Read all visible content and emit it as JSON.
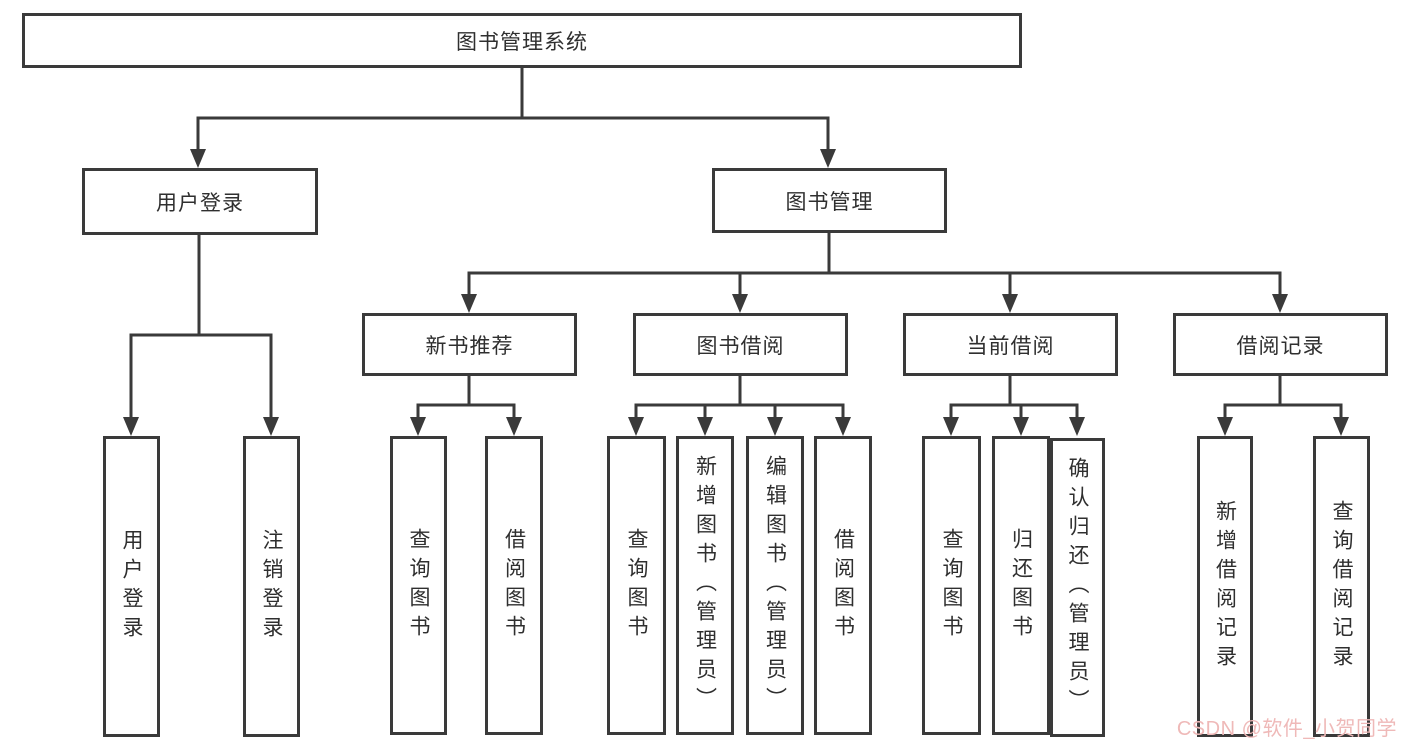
{
  "diagram_title": "图书管理系统",
  "watermark": "CSDN @软件_小贺同学",
  "colors": {
    "line": "#3a3a3a",
    "text": "#2f2f2f",
    "watermark": "#efb9b8",
    "background": "#ffffff"
  },
  "tree": {
    "root": {
      "label": "图书管理系统",
      "children": [
        {
          "label": "用户登录",
          "children": [
            "用户登录",
            "注销登录"
          ]
        },
        {
          "label": "图书管理",
          "children": [
            {
              "label": "新书推荐",
              "children": [
                "查询图书",
                "借阅图书"
              ]
            },
            {
              "label": "图书借阅",
              "children": [
                "查询图书",
                "新增图书（管理员）",
                "编辑图书（管理员）",
                "借阅图书"
              ]
            },
            {
              "label": "当前借阅",
              "children": [
                "查询图书",
                "归还图书",
                "确认归还（管理员）"
              ]
            },
            {
              "label": "借阅记录",
              "children": [
                "新增借阅记录",
                "查询借阅记录"
              ]
            }
          ]
        }
      ]
    }
  }
}
